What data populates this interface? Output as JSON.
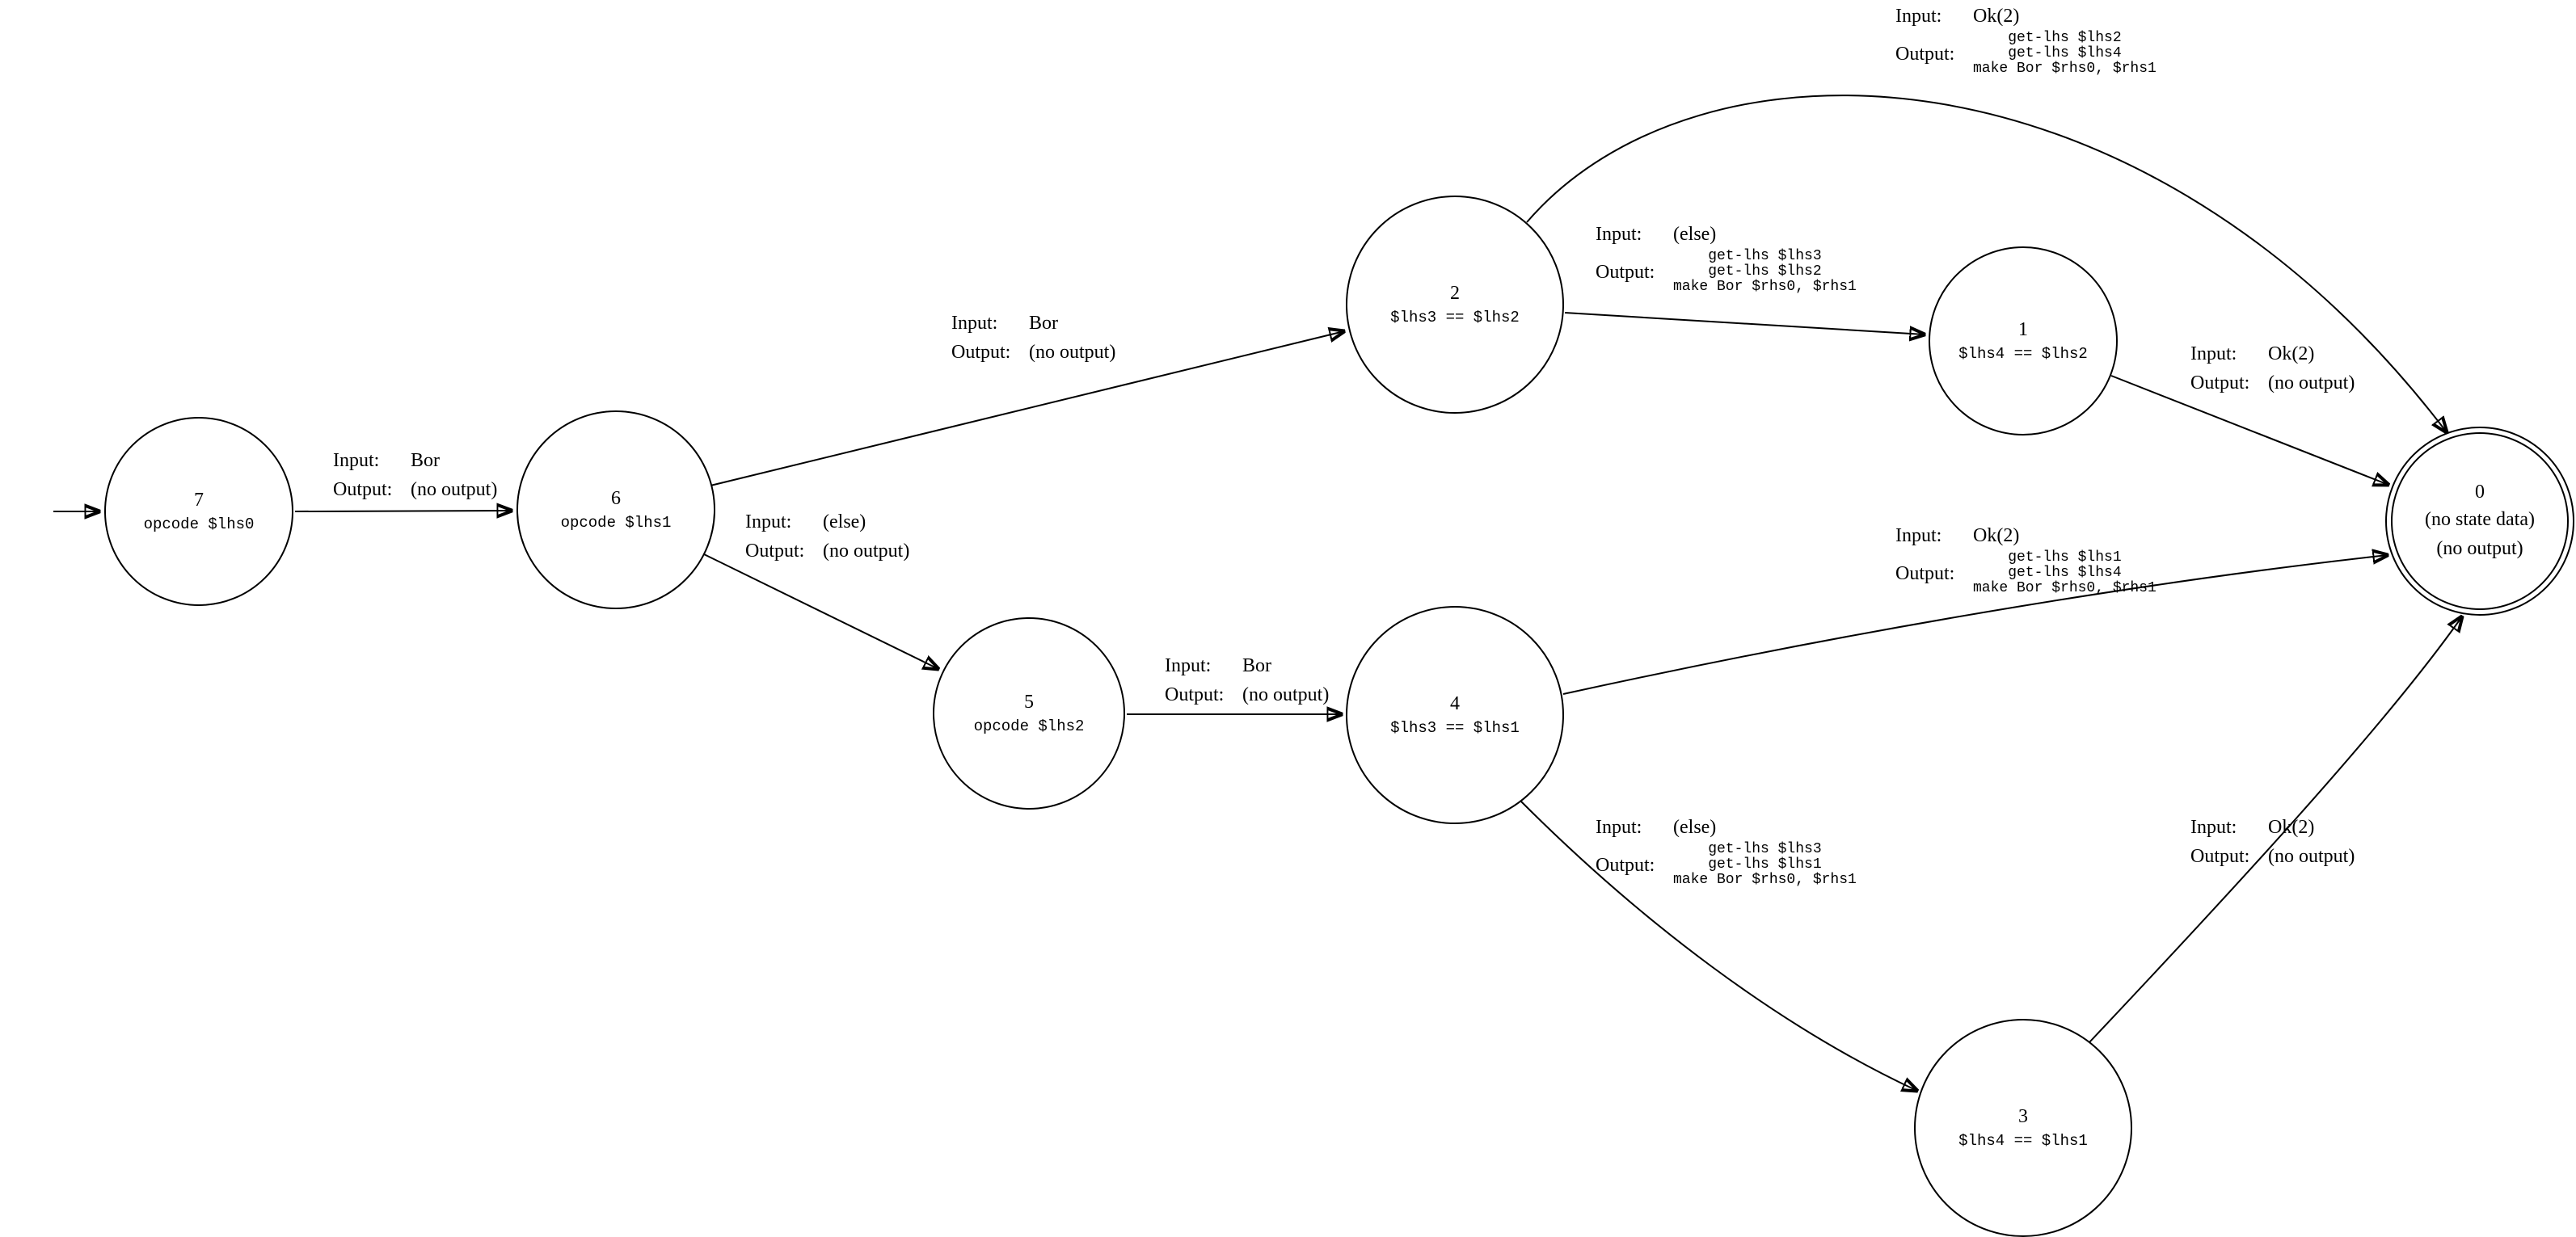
{
  "labels": {
    "input": "Input:",
    "output": "Output:"
  },
  "nodes": {
    "n7": {
      "id": "7",
      "label": "opcode $lhs0"
    },
    "n6": {
      "id": "6",
      "label": "opcode $lhs1"
    },
    "n5": {
      "id": "5",
      "label": "opcode $lhs2"
    },
    "n2": {
      "id": "2",
      "label": "$lhs3 == $lhs2"
    },
    "n4": {
      "id": "4",
      "label": "$lhs3 == $lhs1"
    },
    "n1": {
      "id": "1",
      "label": "$lhs4 == $lhs2"
    },
    "n3": {
      "id": "3",
      "label": "$lhs4 == $lhs1"
    },
    "n0": {
      "id": "0",
      "label1": "(no state data)",
      "label2": "(no output)"
    }
  },
  "edges": {
    "e7_6": {
      "from": "7",
      "to": "6",
      "input": "Bor",
      "output": "(no output)"
    },
    "e6_2": {
      "from": "6",
      "to": "2",
      "input": "Bor",
      "output": "(no output)"
    },
    "e6_5": {
      "from": "6",
      "to": "5",
      "input": "(else)",
      "output": "(no output)"
    },
    "e5_4": {
      "from": "5",
      "to": "4",
      "input": "Bor",
      "output": "(no output)"
    },
    "e2_0": {
      "from": "2",
      "to": "0",
      "input": "Ok(2)",
      "output_lines": [
        "get-lhs $lhs2",
        "get-lhs $lhs4",
        "make Bor $rhs0, $rhs1"
      ]
    },
    "e2_1": {
      "from": "2",
      "to": "1",
      "input": "(else)",
      "output_lines": [
        "get-lhs $lhs3",
        "get-lhs $lhs2",
        "make Bor $rhs0, $rhs1"
      ]
    },
    "e1_0": {
      "from": "1",
      "to": "0",
      "input": "Ok(2)",
      "output": "(no output)"
    },
    "e4_0": {
      "from": "4",
      "to": "0",
      "input": "Ok(2)",
      "output_lines": [
        "get-lhs $lhs1",
        "get-lhs $lhs4",
        "make Bor $rhs0, $rhs1"
      ]
    },
    "e4_3": {
      "from": "4",
      "to": "3",
      "input": "(else)",
      "output_lines": [
        "get-lhs $lhs3",
        "get-lhs $lhs1",
        "make Bor $rhs0, $rhs1"
      ]
    },
    "e3_0": {
      "from": "3",
      "to": "0",
      "input": "Ok(2)",
      "output": "(no output)"
    }
  }
}
